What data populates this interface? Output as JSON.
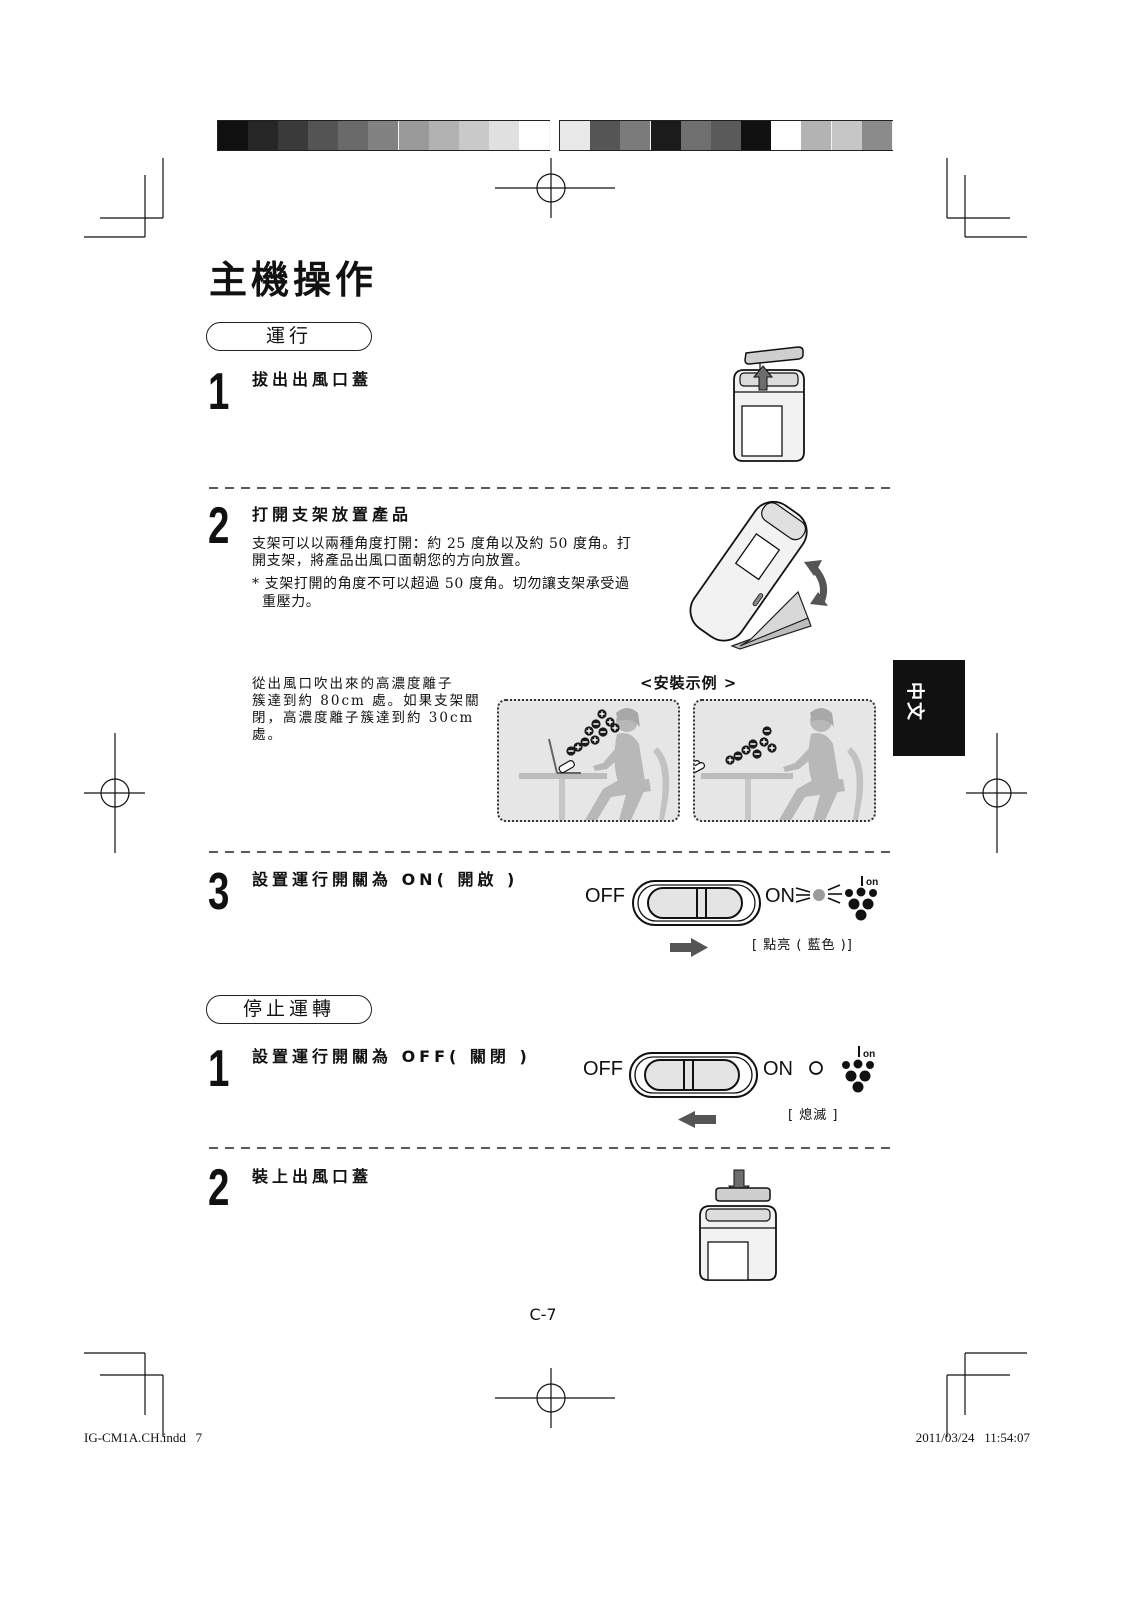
{
  "title": "主機操作",
  "side_tab": "中文",
  "color_bar": {
    "left": [
      "#101010",
      "#262626",
      "#3a3a3a",
      "#545454",
      "#6a6a6a",
      "#828282",
      "#9a9a9a",
      "#b2b2b2",
      "#c9c9c9",
      "#e0e0e0",
      "#ffffff"
    ],
    "right": [
      "#e9e9e9",
      "#555555",
      "#7b7b7b",
      "#1b1b1b",
      "#6f6f6f",
      "#5a5a5a",
      "#111111",
      "#ffffff",
      "#b3b3b3",
      "#c6c6c6",
      "#8b8b8b"
    ]
  },
  "run": {
    "label": "運行",
    "step1": {
      "number": "1",
      "heading": "拔出出風口蓋"
    },
    "step2": {
      "number": "2",
      "heading": "打開支架放置產品",
      "body_lines": [
        "支架可以以兩種角度打開：約 25 度角以及約 50 度角。打",
        "開支架，將產品出風口面朝您的方向放置。"
      ],
      "note_lines": [
        "* 支架打開的角度不可以超過 50 度角。切勿讓支架承受過",
        "重壓力。"
      ],
      "info_lines": [
        "從出風口吹出來的高濃度離子",
        "簇達到約 80cm 處。如果支架關",
        "閉，高濃度離子簇達到約 30cm",
        "處。"
      ],
      "example_label": "<安裝示例 >"
    },
    "step3": {
      "number": "3",
      "heading": "設置運行開關為 ON( 開啟 )",
      "switch": {
        "off_label": "OFF",
        "on_label": "ON",
        "indicator_label": "on",
        "caption": "[ 點亮 ( 藍色 )]"
      }
    }
  },
  "stop": {
    "label": "停止運轉",
    "step1": {
      "number": "1",
      "heading": "設置運行開關為 OFF( 關閉 )",
      "switch": {
        "off_label": "OFF",
        "on_label": "ON",
        "indicator_label": "on",
        "caption": "[ 熄滅 ]"
      }
    },
    "step2": {
      "number": "2",
      "heading": "裝上出風口蓋"
    }
  },
  "page_number": "C-7",
  "footer": {
    "file": "IG-CM1A.CH.indd   7",
    "timestamp": "2011/03/24   11:54:07"
  }
}
